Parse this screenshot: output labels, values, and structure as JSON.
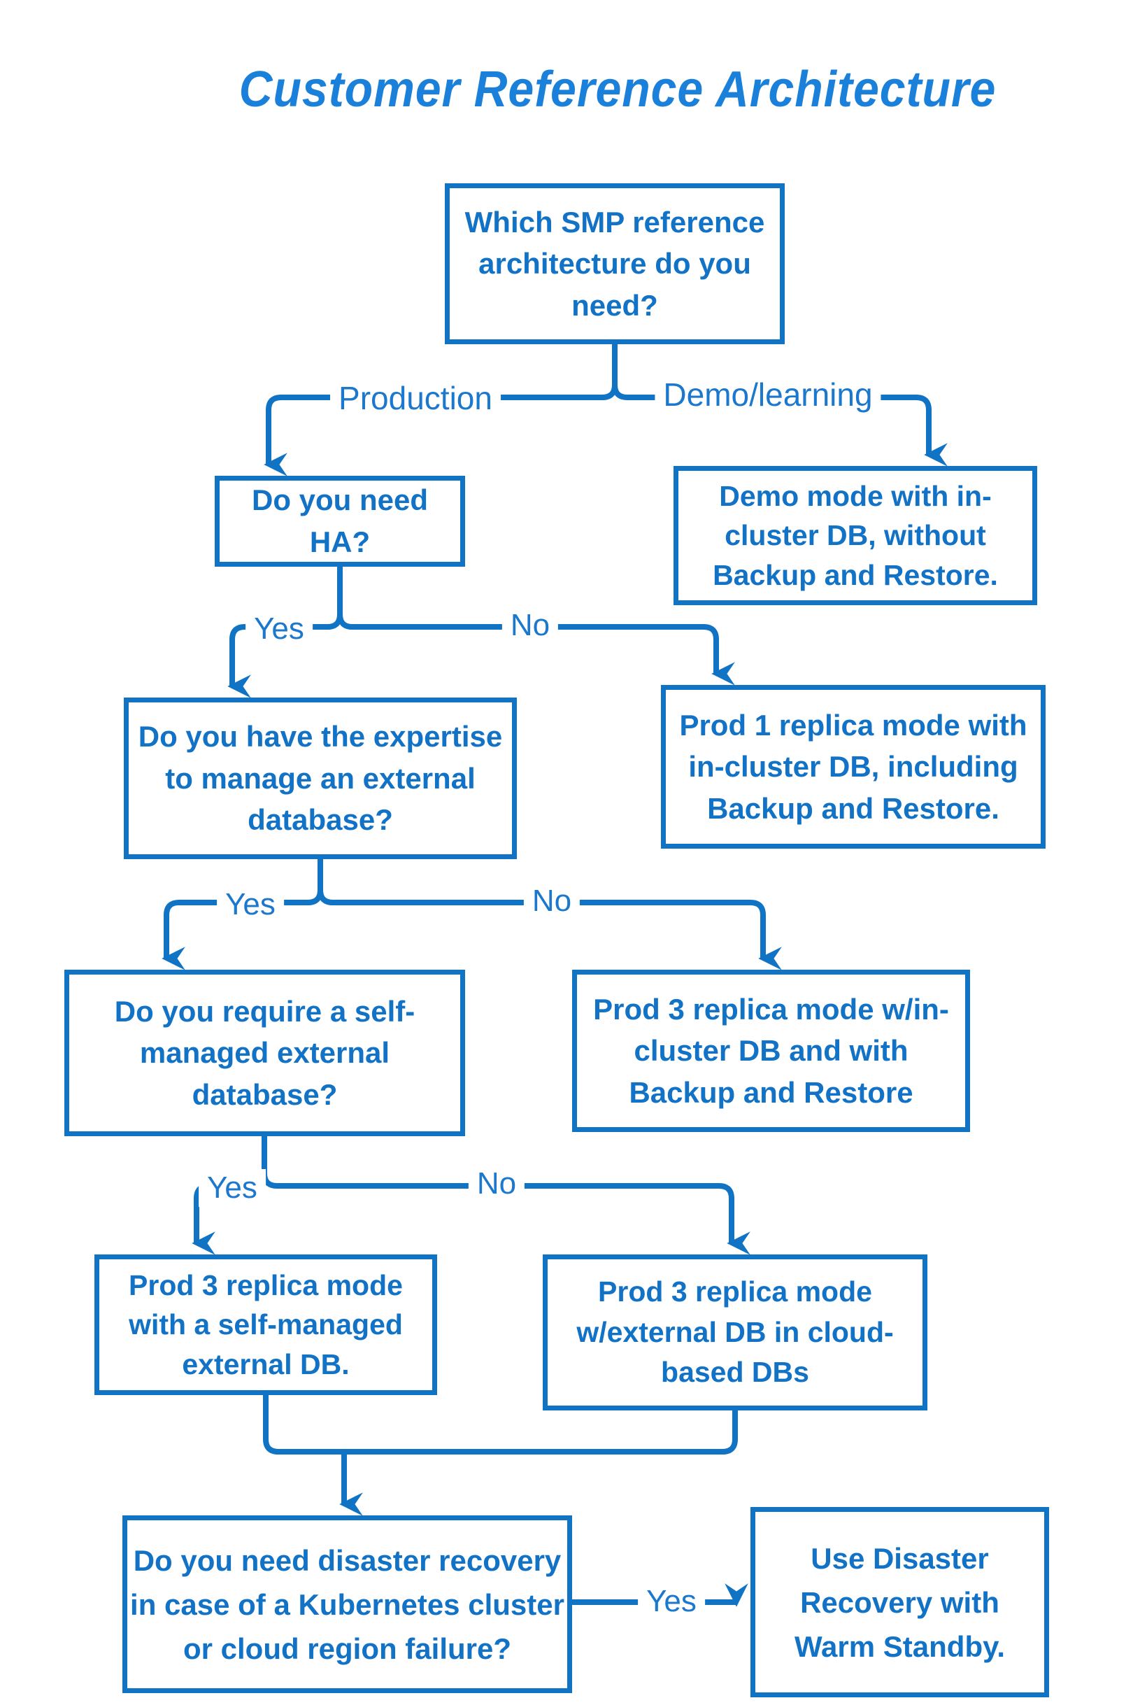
{
  "title": "Customer Reference Architecture",
  "colors": {
    "line_blue": "#1173c4",
    "text_blue": "#1272c6",
    "label_blue": "#1b78cd",
    "title_blue": "#1a80d9",
    "background": "#ffffff"
  },
  "nodes": {
    "root": {
      "text": "Which SMP reference\narchitecture do you\nneed?"
    },
    "ha": {
      "text": "Do you need HA?"
    },
    "demo": {
      "text": "Demo mode with in-\ncluster DB, without\nBackup and Restore."
    },
    "expertise": {
      "text": "Do you have the expertise\nto manage an external\ndatabase?"
    },
    "prod1": {
      "text": "Prod 1 replica mode with\nin-cluster DB, including\nBackup and Restore."
    },
    "selfmanaged": {
      "text": "Do you require a self-\nmanaged external\ndatabase?"
    },
    "prod3in": {
      "text": "Prod 3 replica mode w/in-\ncluster DB and with\nBackup and Restore"
    },
    "prod3self": {
      "text": "Prod 3 replica mode\nwith a self-managed\nexternal DB."
    },
    "prod3cloud": {
      "text": "Prod 3 replica mode\nw/external DB in cloud-\nbased DBs"
    },
    "dr": {
      "text": "Do you need disaster recovery\nin case of a Kubernetes cluster\nor cloud region failure?"
    },
    "warm": {
      "text": "Use Disaster\nRecovery with\nWarm Standby."
    }
  },
  "labels": {
    "production": "Production",
    "demo_learning": "Demo/learning",
    "yes1": "Yes",
    "no1": "No",
    "yes2": "Yes",
    "no2": "No",
    "yes3": "Yes",
    "no3": "No",
    "yes4": "Yes"
  }
}
